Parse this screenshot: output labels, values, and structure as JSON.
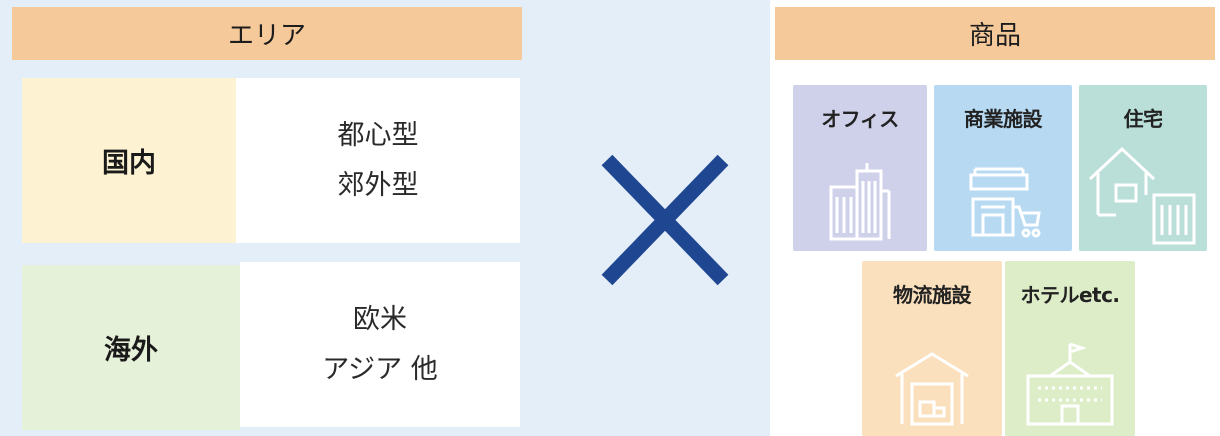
{
  "area": {
    "header": "エリア",
    "domestic": {
      "label": "国内",
      "items": [
        "都心型",
        "郊外型"
      ]
    },
    "overseas": {
      "label": "海外",
      "items": [
        "欧米",
        "アジア 他"
      ]
    }
  },
  "operator_symbol": "times-icon",
  "product": {
    "header": "商品",
    "tiles": [
      {
        "label": "オフィス",
        "icon": "office-building-icon",
        "color": "#cfd0ea"
      },
      {
        "label": "商業施設",
        "icon": "shop-cart-icon",
        "color": "#b7daf2"
      },
      {
        "label": "住宅",
        "icon": "house-apartment-icon",
        "color": "#b9dfd8"
      },
      {
        "label": "物流施設",
        "icon": "warehouse-icon",
        "color": "#fbe0bd"
      },
      {
        "label": "ホテルetc.",
        "icon": "hotel-icon",
        "color": "#dcedc8"
      }
    ]
  },
  "colors": {
    "header": "#f6c99b",
    "area_background": "#e4eef9",
    "domestic": "#fdf3d3",
    "overseas": "#e6f1d9",
    "times_mark": "#1f4690"
  }
}
